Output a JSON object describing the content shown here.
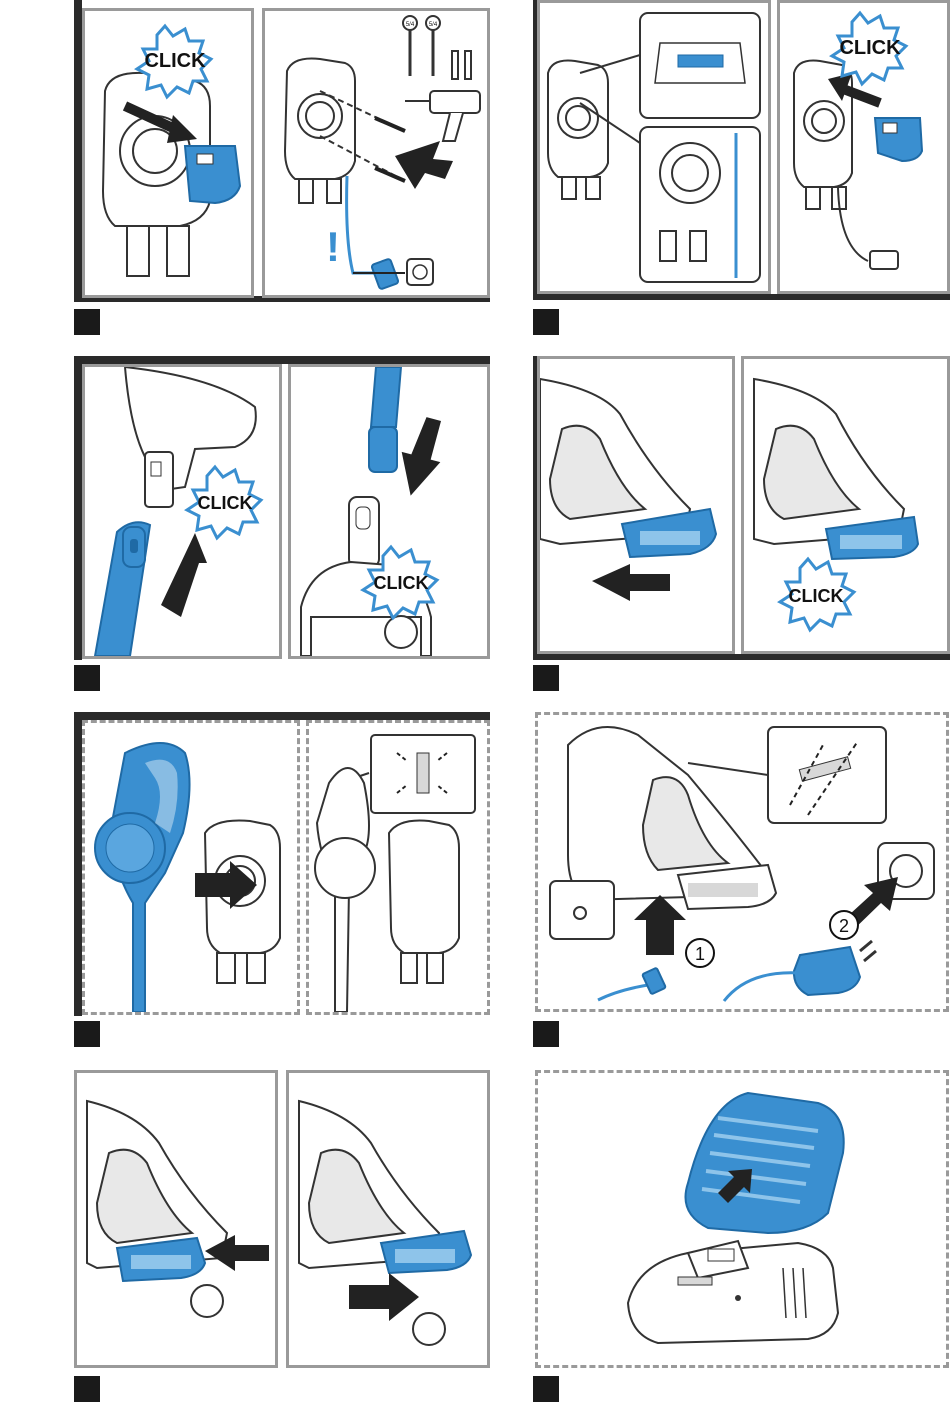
{
  "colors": {
    "accent": "#3a8fd0",
    "accent_dark": "#1f6aa5",
    "frame_dark": "#2a2a2a",
    "panel_border": "#9a9a9a",
    "line": "#333333"
  },
  "callouts": {
    "click": "CLICK",
    "warning": "!",
    "num_1": "1",
    "num_2": "2",
    "screw_label": "5/4"
  },
  "steps": [
    {
      "number": ""
    },
    {
      "number": ""
    },
    {
      "number": ""
    },
    {
      "number": ""
    },
    {
      "number": ""
    },
    {
      "number": ""
    },
    {
      "number": ""
    },
    {
      "number": ""
    }
  ]
}
